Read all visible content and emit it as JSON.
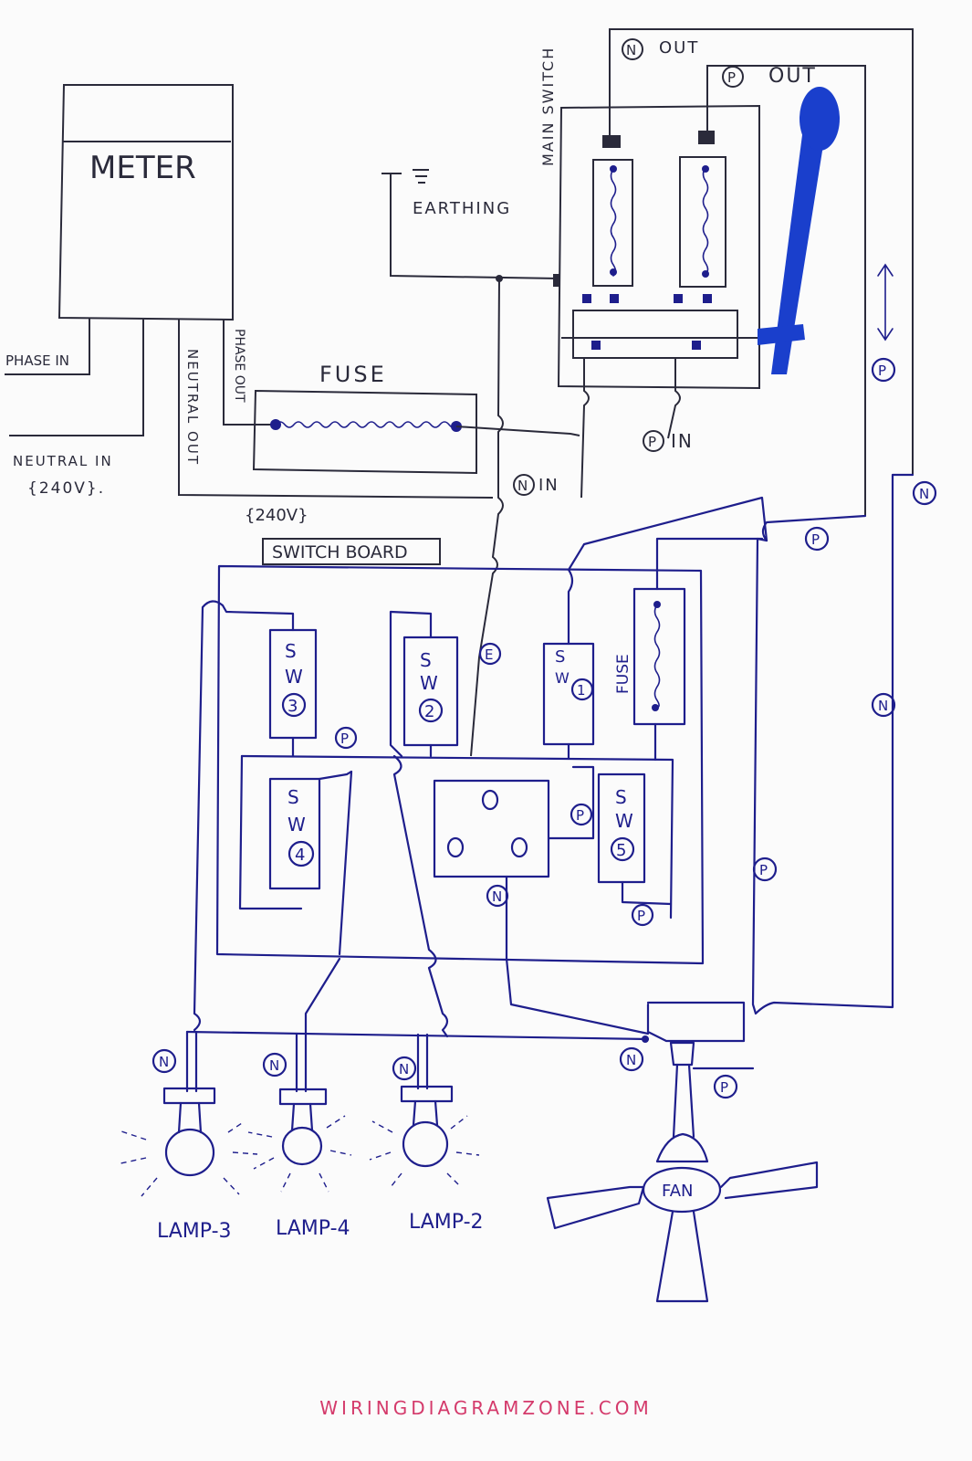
{
  "labels": {
    "meter": "METER",
    "phase_in": "PHASE IN",
    "neutral_in": "NEUTRAL IN",
    "voltage_in": "{240V}.",
    "neutral_out": "NEUTRAL OUT",
    "phase_out": "PHASE OUT",
    "fuse_main": "FUSE",
    "earthing": "EARTHING",
    "main_switch": "MAIN SWITCH",
    "n_out": "OUT",
    "p_out": "OUT",
    "p_in": "IN",
    "n_in": "IN",
    "voltage_sb": "{240V}",
    "switch_board": "SWITCH BOARD",
    "sw3": "3",
    "sw2": "2",
    "sw1": "1",
    "sw4": "4",
    "sw5": "5",
    "sw_letters": "SW",
    "switch_vertical": "SWITCH",
    "fuse_sb": "FUSE",
    "earth_e": "E",
    "lamp3": "LAMP-3",
    "lamp4": "LAMP-4",
    "lamp2": "LAMP-2",
    "fan": "FAN",
    "n": "N",
    "p": "P"
  },
  "footer": "WIRINGDIAGRAMZONE.COM",
  "colors": {
    "ink": "#1e1e8c",
    "footer": "#d43a6b",
    "handle": "#1a3fcc"
  }
}
